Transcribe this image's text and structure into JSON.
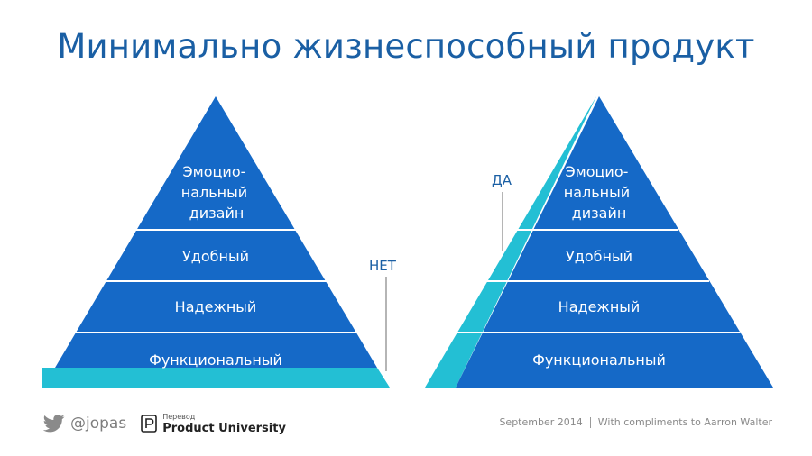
{
  "title": "Минимально жизнеспособный продукт",
  "colors": {
    "title": "#1a5fa4",
    "pyramid_blue": "#1569c7",
    "accent_cyan": "#23bfd4",
    "divider": "#ffffff",
    "side_line": "#b5b5b5"
  },
  "left_pyramid": {
    "levels": [
      {
        "lines": [
          "Эмоцио-",
          "нальный",
          "дизайн"
        ]
      },
      {
        "lines": [
          "Удобный"
        ]
      },
      {
        "lines": [
          "Надежный"
        ]
      },
      {
        "lines": [
          "Функциональный"
        ]
      }
    ],
    "side_label": "НЕТ"
  },
  "right_pyramid": {
    "levels": [
      {
        "lines": [
          "Эмоцио-",
          "нальный",
          "дизайн"
        ]
      },
      {
        "lines": [
          "Удобный"
        ]
      },
      {
        "lines": [
          "Надежный"
        ]
      },
      {
        "lines": [
          "Функциональный"
        ]
      }
    ],
    "side_label": "ДА"
  },
  "footer": {
    "twitter_icon": "twitter-bird-icon",
    "handle": "@jopas",
    "translation_label": "Перевод",
    "brand": "Product University",
    "date": "September 2014",
    "credit": "With compliments to Aarron Walter"
  }
}
